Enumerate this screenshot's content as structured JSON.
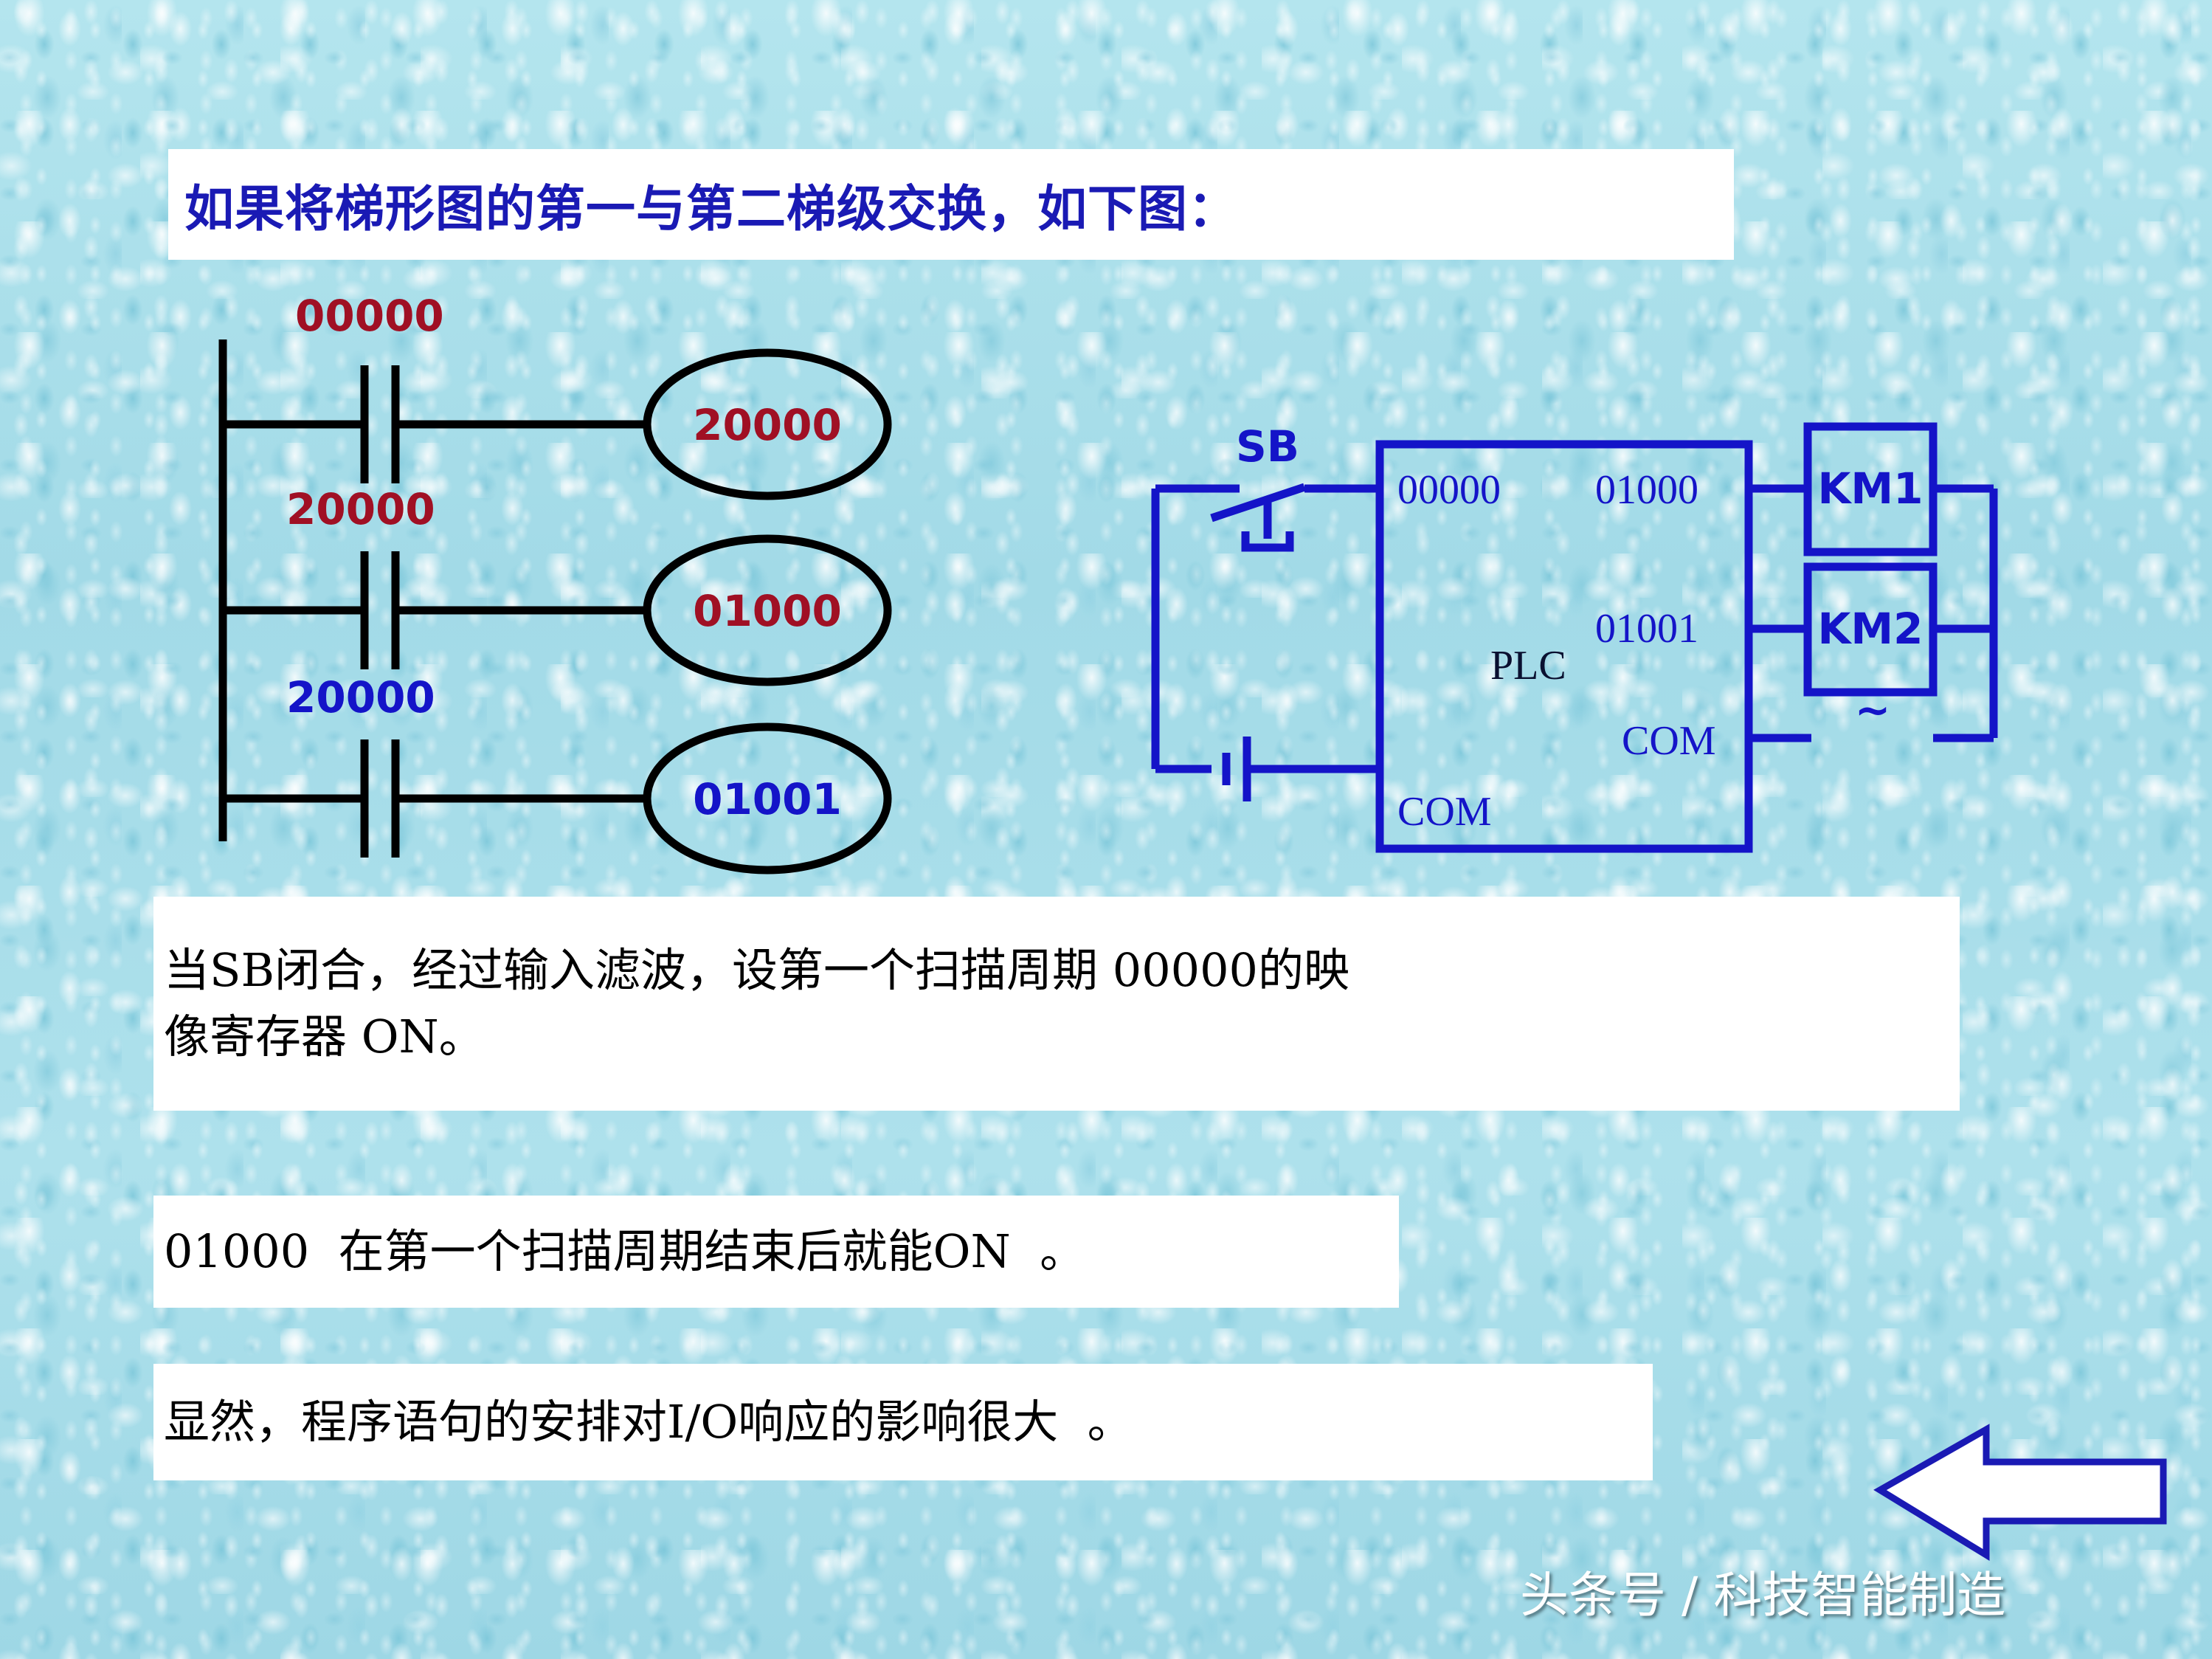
{
  "slide": {
    "title": "如果将梯形图的第一与第二梯级交换，如下图：",
    "watermark": "头条号 / 科技智能制造"
  },
  "colors": {
    "title_blue": "#1a1ab4",
    "dark_red": "#a01024",
    "blue": "#1414c8",
    "black": "#000000",
    "background": "#a6dde8",
    "box_white": "#ffffff"
  },
  "ladder": {
    "contacts": [
      {
        "label": "00000",
        "color": "#a01024"
      },
      {
        "label": "20000",
        "color": "#a01024"
      },
      {
        "label": "20000",
        "color": "#1414c8"
      }
    ],
    "coils": [
      {
        "label": "20000",
        "color": "#a01024"
      },
      {
        "label": "01000",
        "color": "#a01024"
      },
      {
        "label": "01001",
        "color": "#1414c8"
      }
    ]
  },
  "wiring": {
    "switch_label": "SB",
    "plc_label": "PLC",
    "input_terminal": "00000",
    "input_com": "COM",
    "output_terminals": [
      "01000",
      "01001"
    ],
    "output_com": "COM",
    "contactors": [
      "KM1",
      "KM2"
    ],
    "ac_symbol": "~"
  },
  "notes": [
    "当SB闭合，经过输入滤波，设第一个扫描周期 00000的映\n像寄存器 ON。",
    "01000  在第一个扫描周期结束后就能ON  。",
    "显然，程序语句的安排对I/O响应的影响很大  。"
  ]
}
